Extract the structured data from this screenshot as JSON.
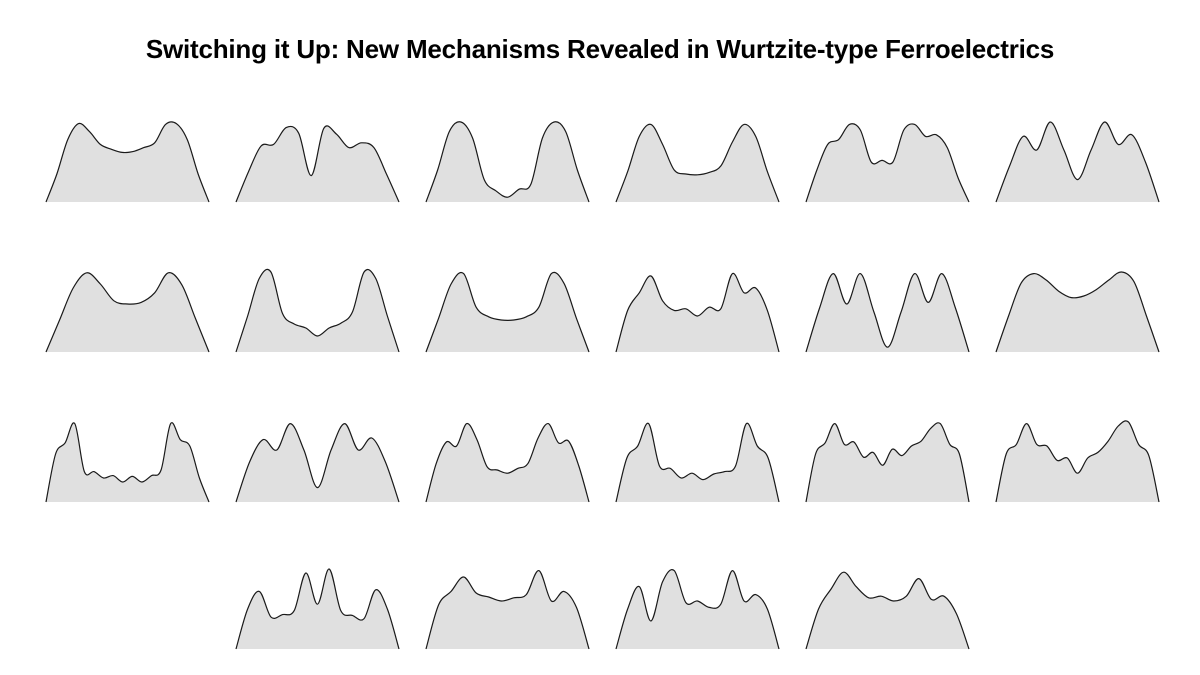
{
  "title": "Switching it Up: New Mechanisms Revealed in Wurtzite-type Ferroelectrics",
  "colors": {
    "fill": "#e0e0e0",
    "stroke": "#1a1a1a",
    "background": "#ffffff"
  },
  "chart_data": {
    "type": "area",
    "title": "Switching it Up: New Mechanisms Revealed in Wurtzite-type Ferroelectrics",
    "xlabel": "",
    "ylabel": "",
    "grid": false,
    "legend": "none",
    "xlim": [
      0,
      1
    ],
    "ylim": [
      0,
      1
    ],
    "rows": [
      6,
      6,
      6,
      4
    ],
    "panels": [
      {
        "y": [
          0,
          0.35,
          0.78,
          0.98,
          0.88,
          0.72,
          0.66,
          0.62,
          0.63,
          0.68,
          0.74,
          0.97,
          0.98,
          0.78,
          0.35,
          0
        ]
      },
      {
        "y": [
          0,
          0.38,
          0.7,
          0.72,
          0.93,
          0.86,
          0.33,
          0.92,
          0.85,
          0.68,
          0.74,
          0.68,
          0.35,
          0
        ]
      },
      {
        "y": [
          0,
          0.4,
          0.88,
          1.0,
          0.8,
          0.28,
          0.14,
          0.06,
          0.16,
          0.22,
          0.8,
          1.0,
          0.88,
          0.4,
          0
        ]
      },
      {
        "y": [
          0,
          0.38,
          0.82,
          0.97,
          0.72,
          0.4,
          0.35,
          0.34,
          0.37,
          0.45,
          0.75,
          0.97,
          0.82,
          0.38,
          0
        ]
      },
      {
        "y": [
          0,
          0.4,
          0.72,
          0.78,
          0.97,
          0.9,
          0.5,
          0.52,
          0.5,
          0.9,
          0.97,
          0.82,
          0.84,
          0.68,
          0.3,
          0
        ]
      },
      {
        "y": [
          0,
          0.45,
          0.82,
          0.65,
          1.0,
          0.65,
          0.28,
          0.65,
          1.0,
          0.72,
          0.84,
          0.5,
          0
        ]
      },
      {
        "y": [
          0,
          0.4,
          0.8,
          0.99,
          0.85,
          0.64,
          0.6,
          0.62,
          0.74,
          0.99,
          0.84,
          0.42,
          0
        ]
      },
      {
        "y": [
          0,
          0.45,
          0.92,
          1.0,
          0.48,
          0.35,
          0.3,
          0.2,
          0.3,
          0.36,
          0.5,
          1.0,
          0.92,
          0.45,
          0
        ]
      },
      {
        "y": [
          0,
          0.42,
          0.85,
          0.98,
          0.56,
          0.44,
          0.4,
          0.4,
          0.44,
          0.56,
          0.98,
          0.86,
          0.42,
          0
        ]
      },
      {
        "y": [
          0,
          0.52,
          0.74,
          0.95,
          0.64,
          0.52,
          0.54,
          0.45,
          0.56,
          0.54,
          0.98,
          0.74,
          0.8,
          0.52,
          0
        ]
      },
      {
        "y": [
          0,
          0.55,
          0.98,
          0.6,
          0.98,
          0.5,
          0.06,
          0.5,
          0.98,
          0.62,
          0.98,
          0.55,
          0
        ]
      },
      {
        "y": [
          0,
          0.45,
          0.86,
          0.98,
          0.9,
          0.76,
          0.68,
          0.7,
          0.78,
          0.9,
          1.0,
          0.88,
          0.45,
          0
        ]
      },
      {
        "y": [
          0,
          0.6,
          0.74,
          0.98,
          0.38,
          0.38,
          0.3,
          0.33,
          0.25,
          0.32,
          0.25,
          0.33,
          0.4,
          0.98,
          0.78,
          0.7,
          0.3,
          0
        ]
      },
      {
        "y": [
          0,
          0.5,
          0.78,
          0.65,
          0.98,
          0.65,
          0.18,
          0.65,
          0.98,
          0.65,
          0.8,
          0.5,
          0
        ]
      },
      {
        "y": [
          0,
          0.48,
          0.75,
          0.7,
          0.98,
          0.78,
          0.44,
          0.4,
          0.36,
          0.42,
          0.48,
          0.8,
          0.98,
          0.74,
          0.76,
          0.45,
          0
        ]
      },
      {
        "y": [
          0,
          0.55,
          0.7,
          0.98,
          0.45,
          0.42,
          0.3,
          0.36,
          0.28,
          0.35,
          0.38,
          0.45,
          0.98,
          0.7,
          0.55,
          0
        ]
      },
      {
        "y": [
          0,
          0.6,
          0.74,
          0.98,
          0.72,
          0.75,
          0.56,
          0.62,
          0.46,
          0.66,
          0.58,
          0.7,
          0.76,
          0.92,
          0.98,
          0.72,
          0.6,
          0
        ]
      },
      {
        "y": [
          0,
          0.6,
          0.72,
          0.98,
          0.72,
          0.7,
          0.52,
          0.55,
          0.36,
          0.55,
          0.62,
          0.76,
          0.95,
          1.0,
          0.72,
          0.58,
          0
        ]
      },
      {
        "y": [
          0,
          0.5,
          0.72,
          0.4,
          0.43,
          0.48,
          0.95,
          0.56,
          1.0,
          0.48,
          0.42,
          0.38,
          0.74,
          0.5,
          0
        ]
      },
      {
        "y": [
          0,
          0.55,
          0.72,
          0.9,
          0.7,
          0.65,
          0.6,
          0.64,
          0.68,
          0.98,
          0.6,
          0.72,
          0.52,
          0
        ]
      },
      {
        "y": [
          0,
          0.5,
          0.78,
          0.35,
          0.84,
          0.98,
          0.58,
          0.6,
          0.52,
          0.56,
          0.98,
          0.6,
          0.68,
          0.5,
          0
        ]
      },
      {
        "y": [
          0,
          0.5,
          0.75,
          0.96,
          0.78,
          0.64,
          0.66,
          0.6,
          0.66,
          0.88,
          0.62,
          0.66,
          0.44,
          0
        ]
      }
    ]
  }
}
